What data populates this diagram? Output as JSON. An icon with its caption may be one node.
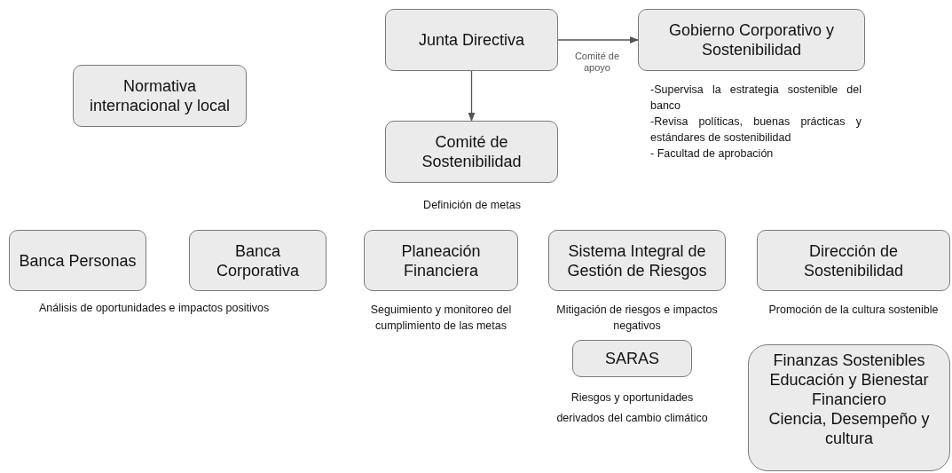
{
  "diagram": {
    "nodes": [
      {
        "text": [
          "Normativa internacional y local"
        ]
      },
      {
        "text": [
          "Junta Directiva"
        ]
      },
      {
        "text": [
          "Gobierno Corporativo y Sostenibilidad"
        ],
        "beside": [
          "-Supervisa la estrategia sostenible del banco",
          "-Revisa políticas, buenas prácticas y estándares de sostenibilidad",
          "- Facultad de aprobación"
        ]
      },
      {
        "text": [
          "Comité de Sostenibilidad"
        ],
        "beside": [
          "Definición de metas"
        ]
      },
      {
        "text": [
          "Banca Personas"
        ]
      },
      {
        "text": [
          "Banca Corporativa"
        ]
      },
      {
        "text": [
          "Planeación Financiera"
        ],
        "beside": [
          "Seguimiento y monitoreo del cumplimiento de las metas"
        ]
      },
      {
        "text": [
          "Sistema Integral de Gestión de Riesgos"
        ],
        "beside": [
          "Mitigación de riesgos e impactos negativos"
        ]
      },
      {
        "text": [
          "SARAS"
        ],
        "beside": [
          "Riesgos y oportunidades derivados del cambio climático"
        ]
      },
      {
        "text": [
          "Dirección de Sostenibilidad"
        ],
        "beside": [
          "Promoción de la cultura sostenible"
        ]
      },
      {
        "text": [
          "Finanzas Sostenibles",
          "Educación y Bienestar Financiero",
          "Ciencia, Desempeño y cultura"
        ]
      }
    ],
    "edges": [
      {
        "from": 1,
        "to": 2,
        "arrow": "to",
        "label": "Comité de apoyo"
      },
      {
        "from": 1,
        "to": 3,
        "arrow": "to"
      }
    ],
    "labels": [
      "Análisis de oportunidades e impactos positivos"
    ]
  }
}
